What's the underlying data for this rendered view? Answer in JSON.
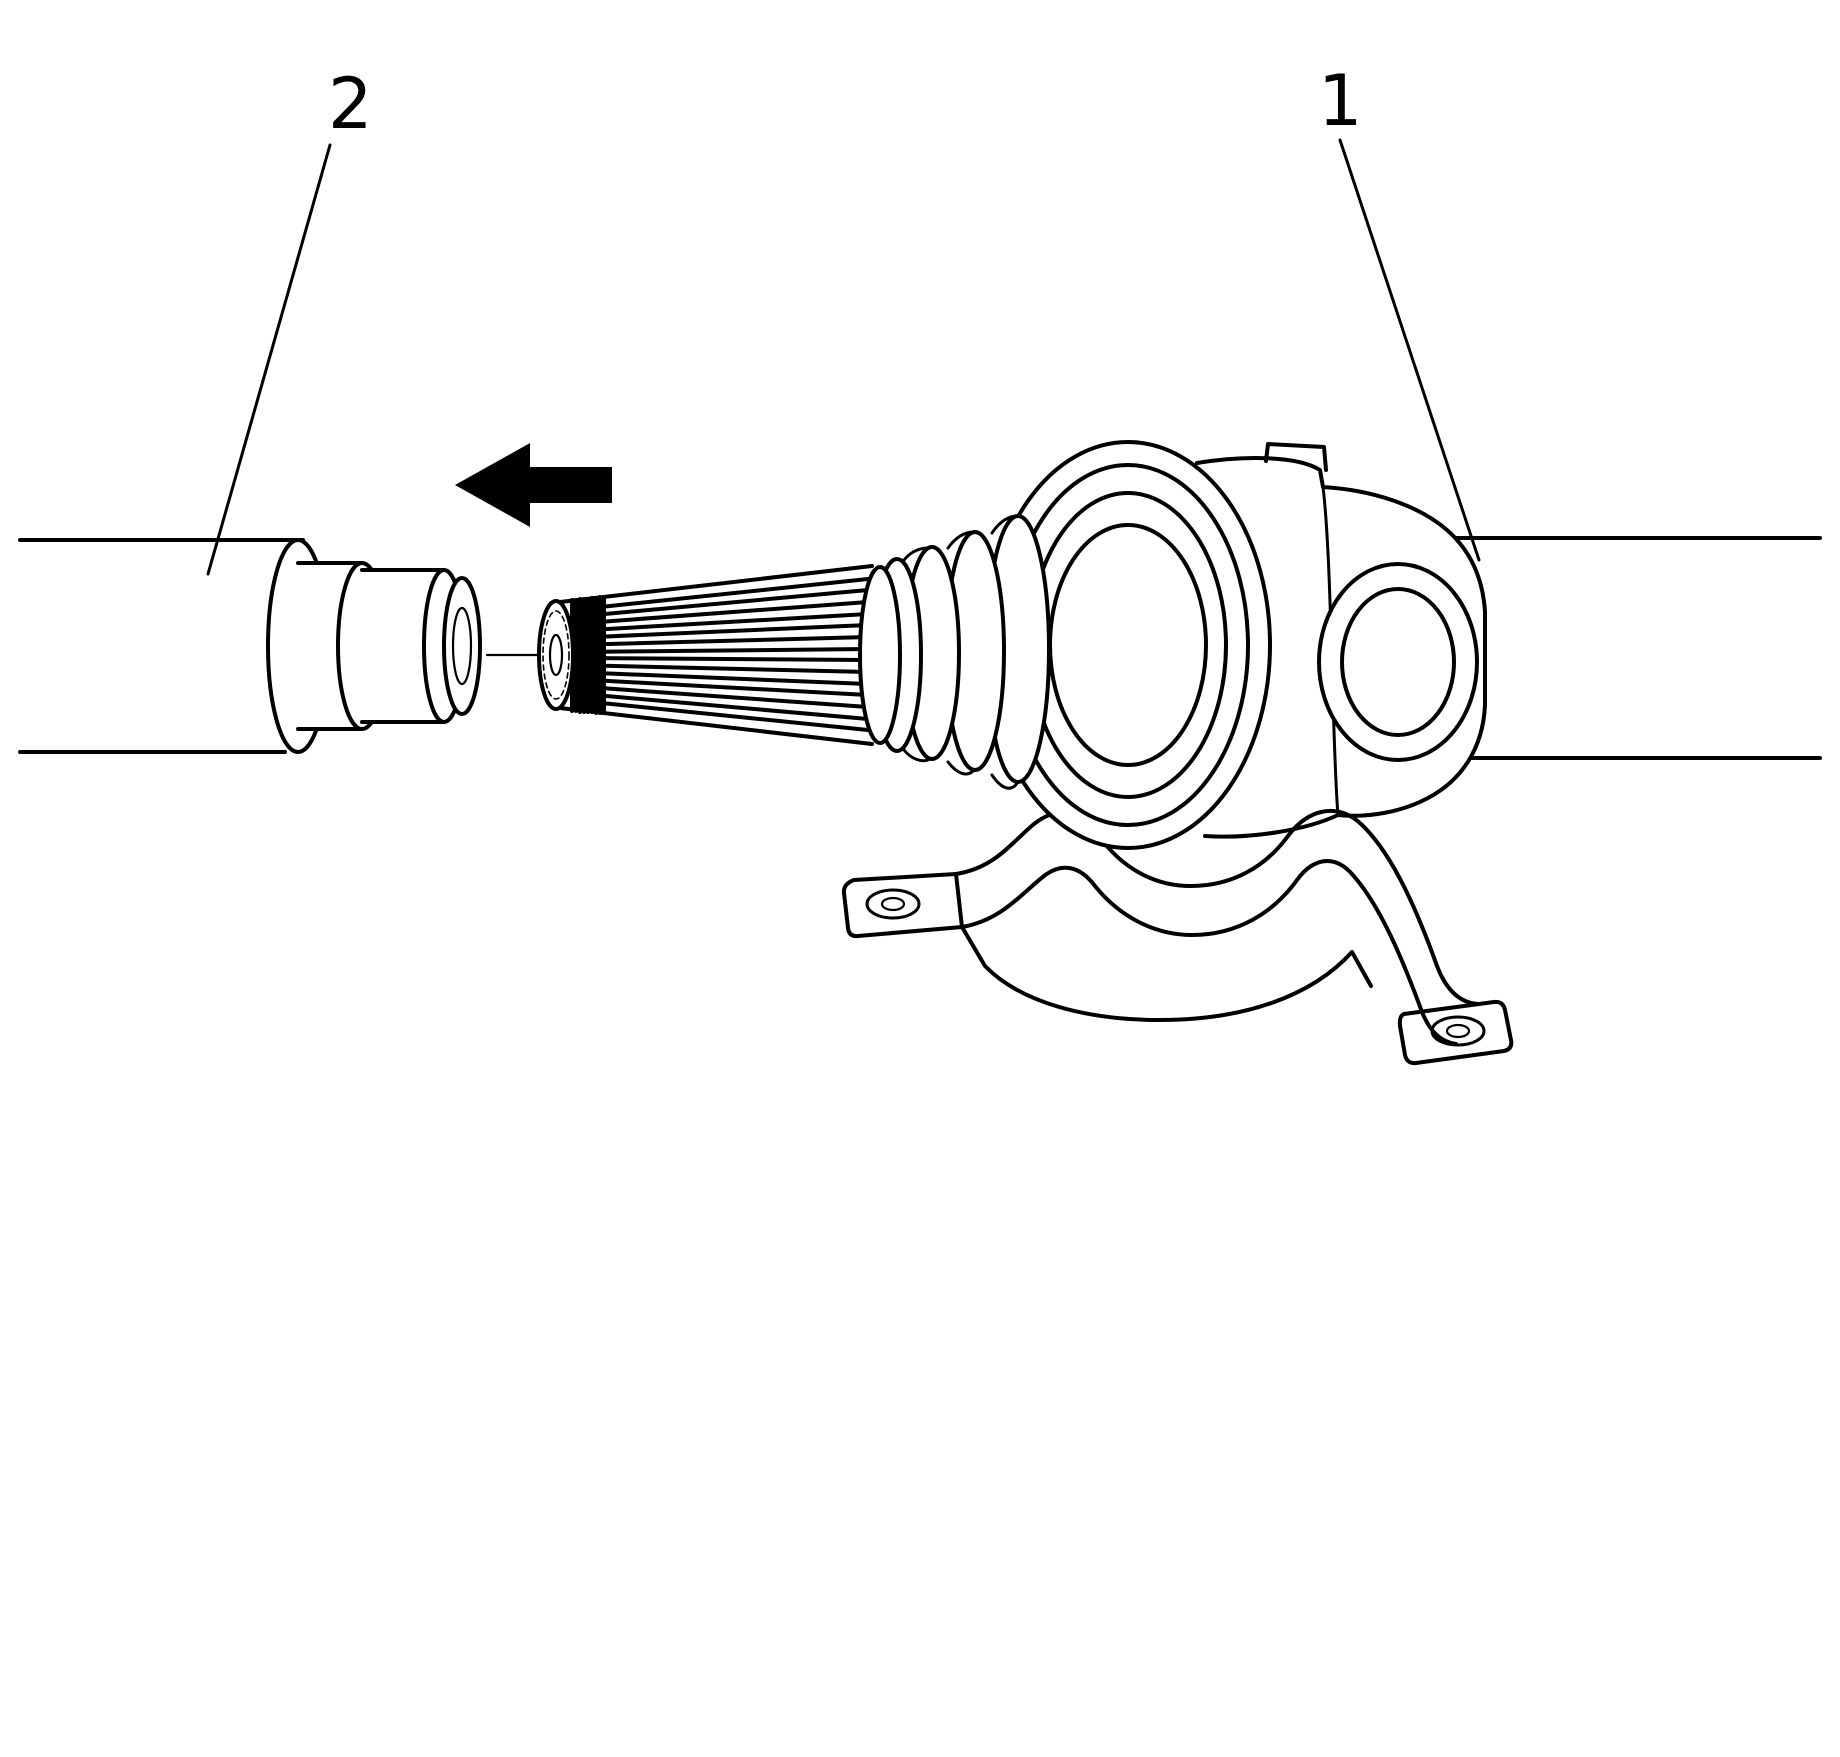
{
  "figure": {
    "background_color": "#ffffff",
    "line_color": "#000000"
  },
  "callouts": [
    {
      "label": "1",
      "target": "cv-joint-and-center-support-bearing"
    },
    {
      "label": "2",
      "target": "propeller-shaft-tube"
    }
  ],
  "arrow": {
    "direction": "left"
  }
}
